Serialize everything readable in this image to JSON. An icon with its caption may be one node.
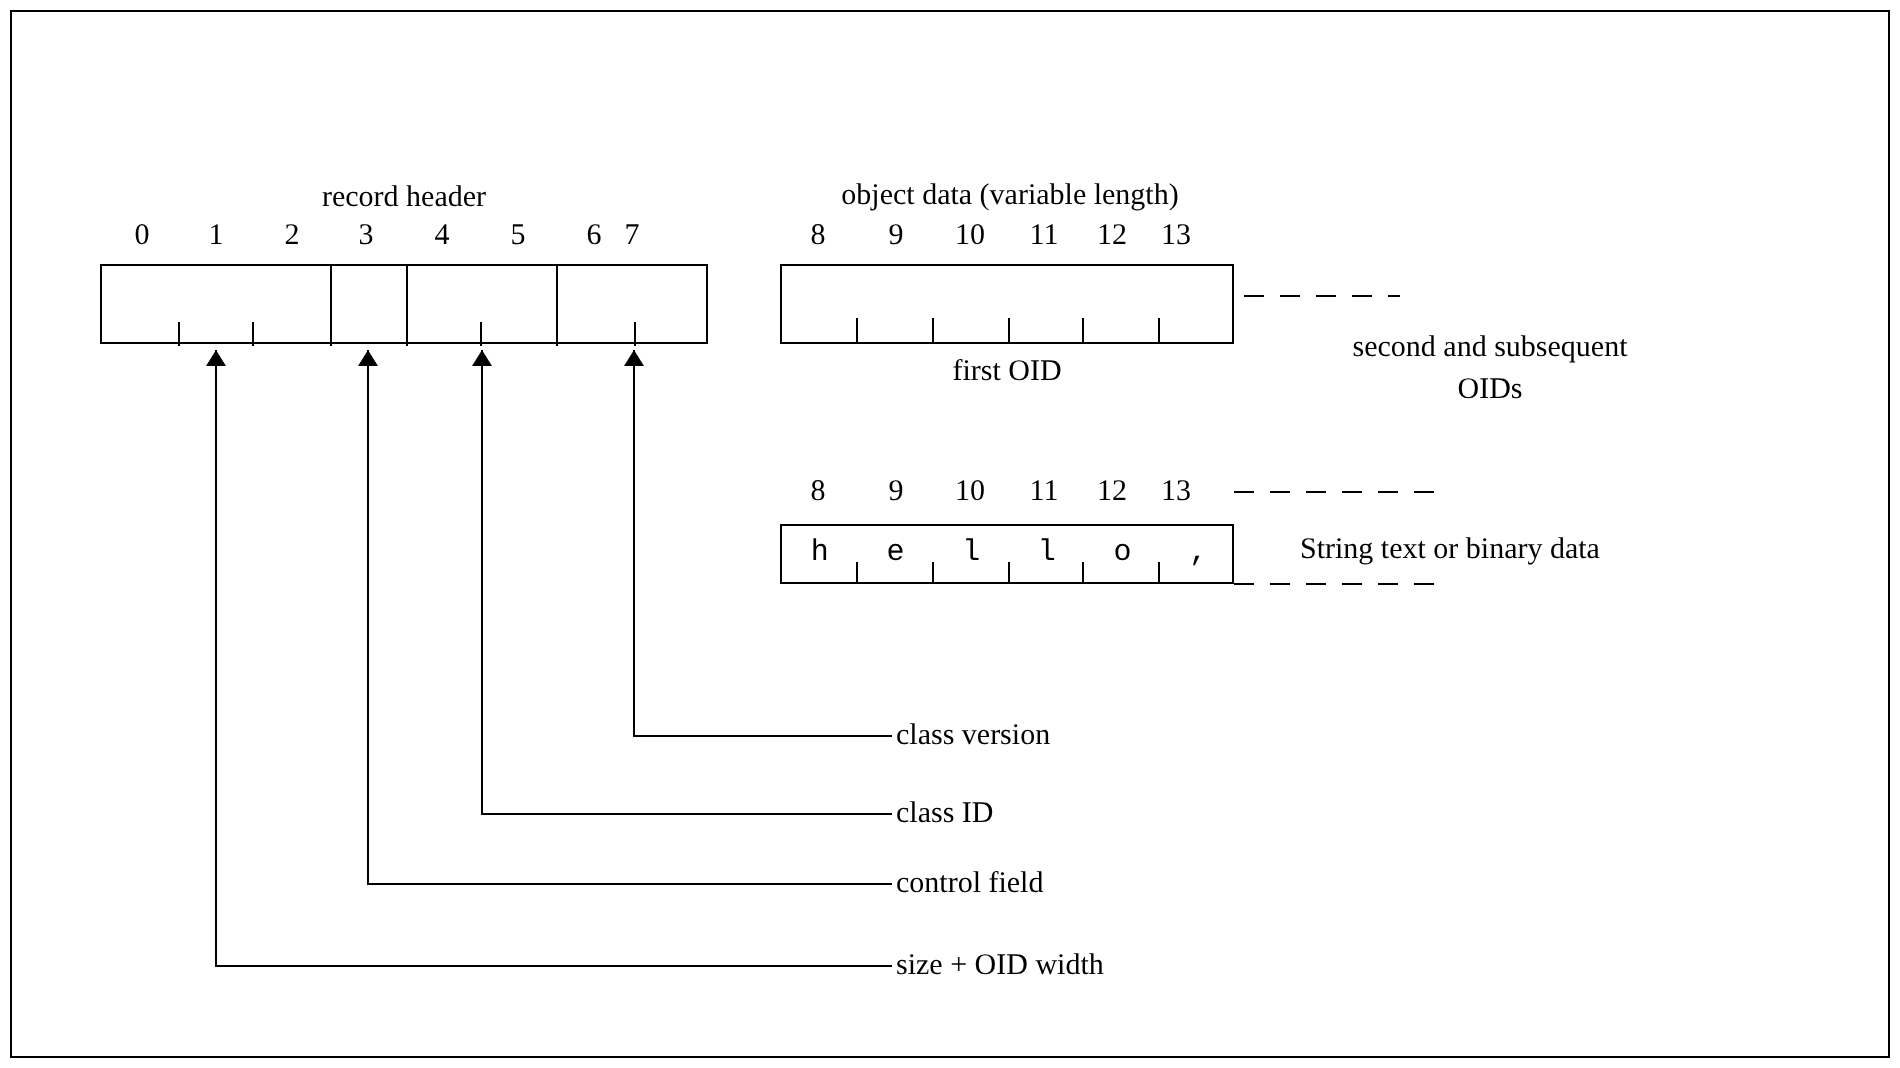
{
  "diagram": {
    "nodes": [
      {
        "text": [
          "record header"
        ]
      },
      {
        "text": [],
        "shape": "box",
        "in": 0
      },
      {
        "text": [],
        "shape": "box",
        "in": 0
      },
      {
        "text": [],
        "shape": "box",
        "in": 0
      },
      {
        "text": [],
        "shape": "box",
        "in": 0
      },
      {
        "text": [
          "first OID"
        ]
      },
      {
        "text": [
          "h",
          "e",
          "l",
          "l",
          "o",
          ","
        ],
        "beside": [
          "String text or binary data"
        ]
      },
      {
        "text": [
          "class version"
        ]
      },
      {
        "text": [
          "class ID"
        ]
      },
      {
        "text": [
          "control field"
        ]
      },
      {
        "text": [
          "size + OID width"
        ]
      }
    ],
    "edges": [
      {
        "from": 7,
        "to": 4,
        "arrow": "to"
      },
      {
        "from": 8,
        "to": 3,
        "arrow": "to"
      },
      {
        "from": 9,
        "to": 2,
        "arrow": "to"
      },
      {
        "from": 10,
        "to": 1,
        "arrow": "to"
      }
    ],
    "labels": [
      "object data (variable length)",
      "0",
      "1",
      "2",
      "3",
      "4",
      "5",
      "6",
      "7",
      "8",
      "9",
      "10",
      "11",
      "12",
      "13",
      "second and subsequent OIDs",
      "8",
      "9",
      "10",
      "11",
      "12",
      "13"
    ]
  }
}
